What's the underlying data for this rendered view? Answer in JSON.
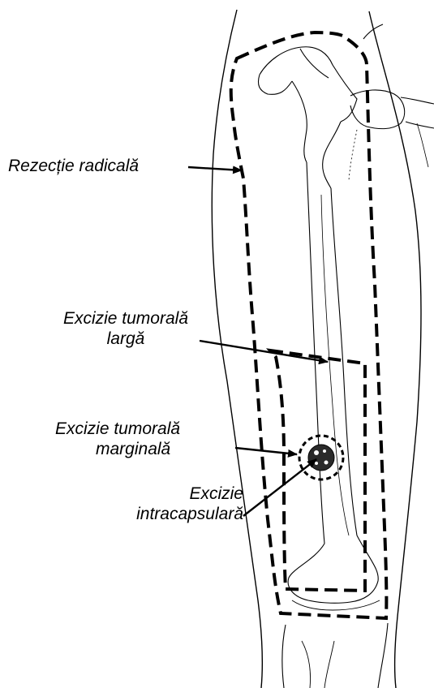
{
  "labels": {
    "radical_resection": "Rezecție radicală",
    "wide_excision_line1": "Excizie tumorală",
    "wide_excision_line2": "largă",
    "marginal_excision_line1": "Excizie tumorală",
    "marginal_excision_line2": "marginală",
    "intracapsular_line1": "Excizie",
    "intracapsular_line2": "intracapsulară"
  },
  "colors": {
    "ink": "#000000",
    "background": "#ffffff"
  }
}
